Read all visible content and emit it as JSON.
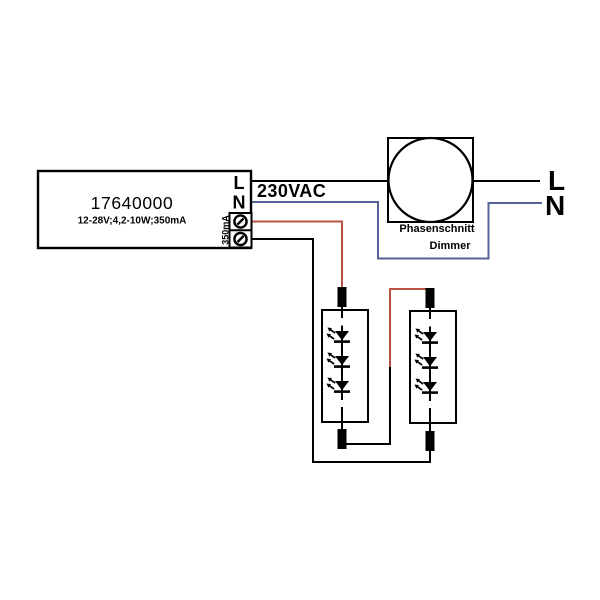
{
  "driver": {
    "part_number": "17640000",
    "specs": "12-28V;4,2-10W;350mA",
    "terminal_l": "L",
    "terminal_n": "N",
    "output_label": "350mA"
  },
  "mains": {
    "voltage_label": "230VAC",
    "l_label": "L",
    "n_label": "N"
  },
  "dimmer": {
    "label_line1": "Phasenschnitt",
    "label_line2": "Dimmer"
  },
  "colors": {
    "wire_live": "#b85340",
    "wire_neutral": "#54639a",
    "wire_black": "#000000"
  },
  "symbols": {
    "led": "led-diode-with-emission-arrows",
    "screw_terminal": "screw-head-circle-with-slot",
    "dimmer_knob": "rotary-knob-circle",
    "connector_pin": "solid-bar-pin"
  }
}
